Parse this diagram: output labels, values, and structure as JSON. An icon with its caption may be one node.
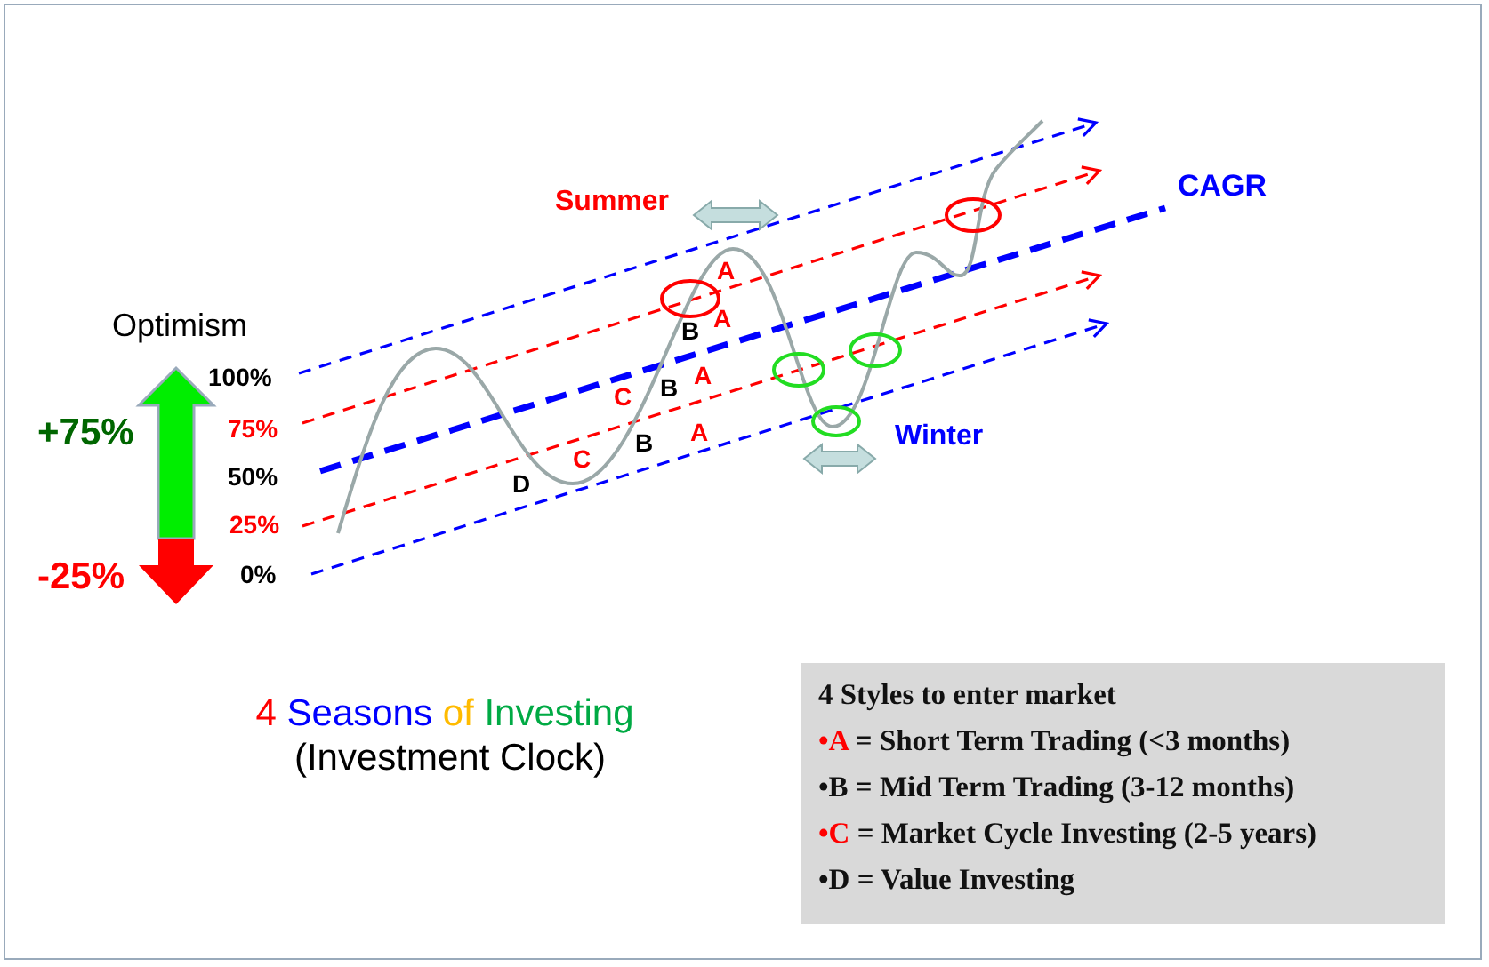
{
  "diagram": {
    "title": "4 Seasons of Investing",
    "nodes": [
      {
        "text": [
          "4 Styles to enter market",
          "•A = Short Term Trading (<3 months)",
          "•B = Mid Term Trading (3-12 months)",
          "•C = Market Cycle Investing (2-5 years)",
          "•D = Value Investing"
        ]
      }
    ],
    "labels": [
      "(Investment Clock)",
      "Optimism",
      "+75%",
      "-25%",
      "100%",
      "75%",
      "50%",
      "25%",
      "0%",
      "Summer",
      "CAGR",
      "A",
      "A",
      "B",
      "A",
      "B",
      "C",
      "A",
      "Winter",
      "B",
      "C",
      "D"
    ]
  }
}
